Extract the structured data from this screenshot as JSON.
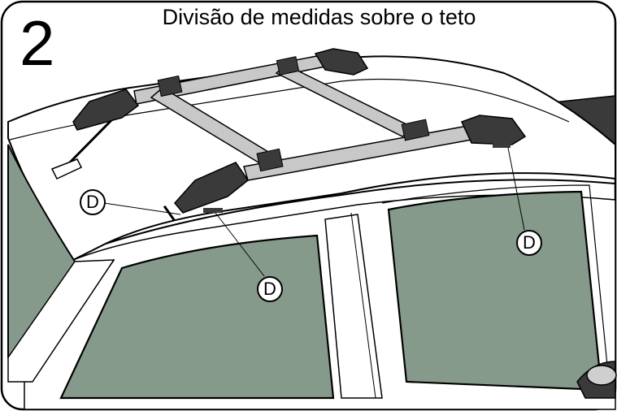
{
  "step": {
    "number": "2"
  },
  "title": "Divisão de medidas sobre o teto",
  "callouts": [
    {
      "label": "D"
    },
    {
      "label": "D"
    },
    {
      "label": "D"
    }
  ],
  "colors": {
    "glass": "#869a8b",
    "bar": "#c8c8c8",
    "foot": "#3a3a3a",
    "outline": "#1a1a1a",
    "background": "#ffffff"
  }
}
